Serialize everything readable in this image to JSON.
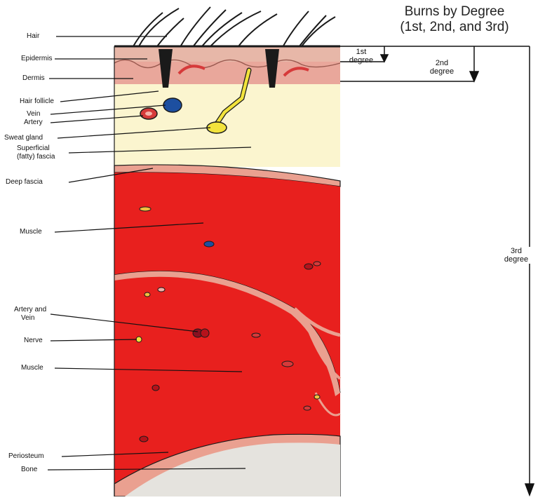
{
  "title": {
    "line1": "Burns by Degree",
    "line2": "(1st, 2nd, and 3rd)"
  },
  "labels": {
    "hair": "Hair",
    "epidermis": "Epidermis",
    "dermis": "Dermis",
    "hair_follicle": "Hair follicle",
    "vein": "Vein",
    "artery": "Artery",
    "sweat_gland": "Sweat gland",
    "superficial_fascia_1": "Superficial",
    "superficial_fascia_2": "(fatty) fascia",
    "deep_fascia": "Deep fascia",
    "muscle_upper": "Muscle",
    "artery_and_vein_1": "Artery and",
    "artery_and_vein_2": "Vein",
    "nerve": "Nerve",
    "muscle_lower": "Muscle",
    "periosteum": "Periosteum",
    "bone": "Bone"
  },
  "degrees": {
    "first_1": "1st",
    "first_2": "degree",
    "second_1": "2nd",
    "second_2": "degree",
    "third_1": "3rd",
    "third_2": "degree"
  },
  "colors": {
    "skin_outline": "#1a1a1a",
    "epidermis": "#e7b7a8",
    "dermis": "#e9a79b",
    "fat": "#fbf5cf",
    "muscle": "#e8201e",
    "fascia": "#eaa090",
    "bone": "#e5e3de",
    "vein": "#1d4fa0",
    "artery": "#d63a3a",
    "gland": "#f2e33c"
  }
}
